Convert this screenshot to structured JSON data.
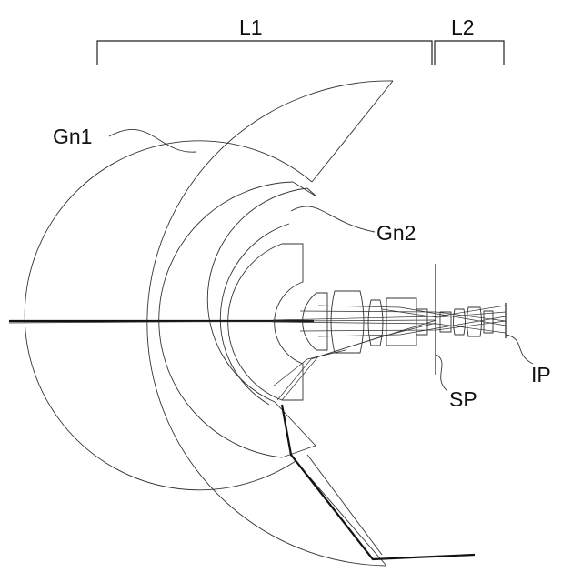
{
  "labels": {
    "group_l1": "L1",
    "group_l2": "L2",
    "element_gn1": "Gn1",
    "element_gn2": "Gn2",
    "stop": "SP",
    "image_plane": "IP"
  },
  "colors": {
    "line": "#222222",
    "background": "#ffffff"
  }
}
